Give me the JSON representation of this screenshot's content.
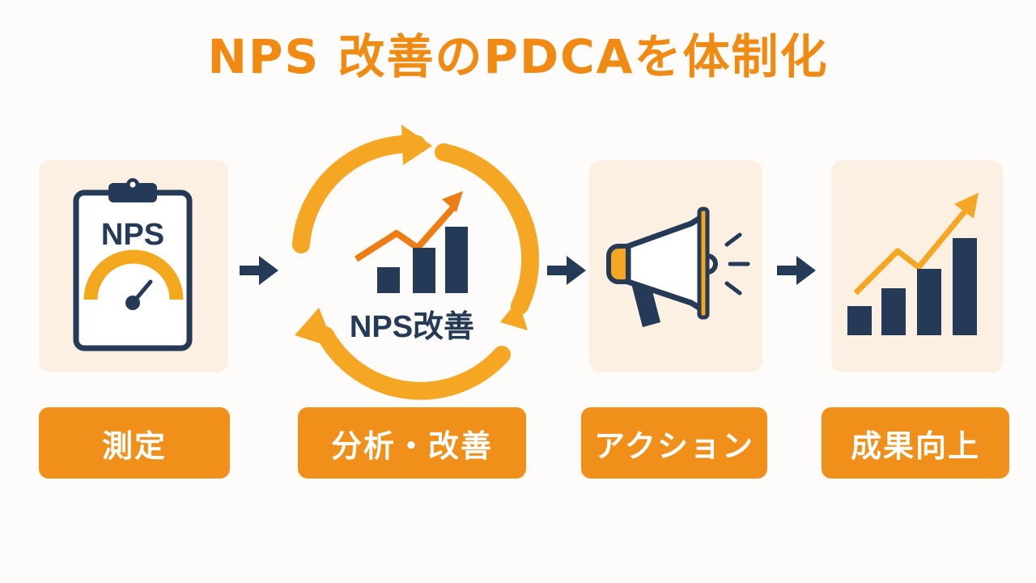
{
  "title": "NPS 改善のPDCAを体制化",
  "icons": {
    "clipboard_text": "NPS",
    "cycle_center_text": "NPS改善"
  },
  "steps": [
    {
      "label": "測定",
      "icon": "clipboard-gauge-icon"
    },
    {
      "label": "分析・改善",
      "icon": "cycle-chart-icon"
    },
    {
      "label": "アクション",
      "icon": "megaphone-icon"
    },
    {
      "label": "成果向上",
      "icon": "growth-chart-icon"
    }
  ],
  "colors": {
    "accent": "#F0901A",
    "title": "#F08A12",
    "navy": "#243A56",
    "panel": "#FBF0E1"
  }
}
